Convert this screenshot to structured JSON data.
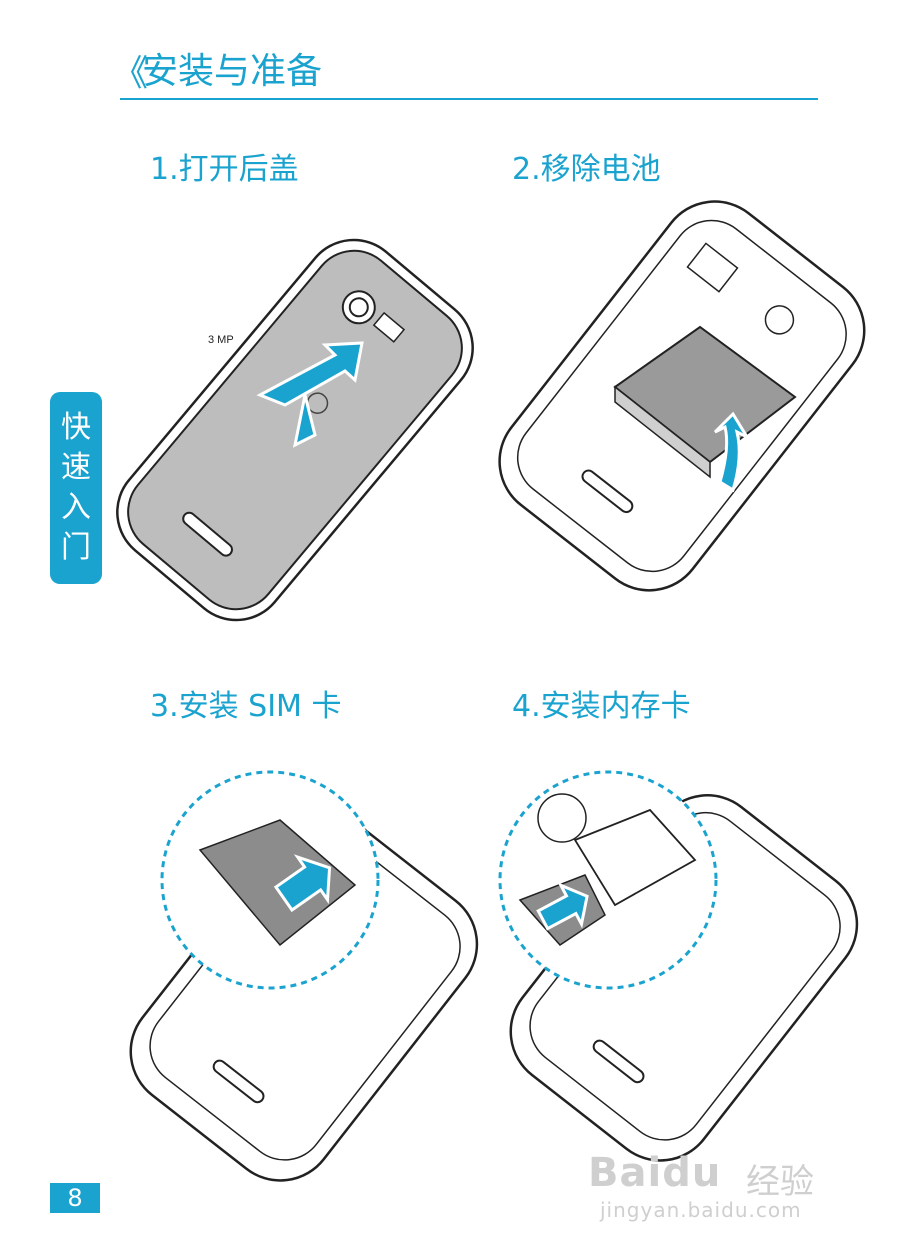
{
  "header": {
    "chevrons": "《",
    "title": "安装与准备"
  },
  "steps": [
    {
      "label": "1.打开后盖"
    },
    {
      "label": "2.移除电池"
    },
    {
      "label": "3.安装 SIM 卡"
    },
    {
      "label": "4.安装内存卡"
    }
  ],
  "side_tab": [
    "快",
    "速",
    "入",
    "门"
  ],
  "camera_label": "3 MP",
  "page_number": "8",
  "watermark": {
    "logo": "Baidu",
    "cn": "经验",
    "url": "jingyan.baidu.com"
  },
  "colors": {
    "accent": "#1aa3cf",
    "cover_gray": "#bdbdbd",
    "card_gray": "#8c8c8c"
  }
}
